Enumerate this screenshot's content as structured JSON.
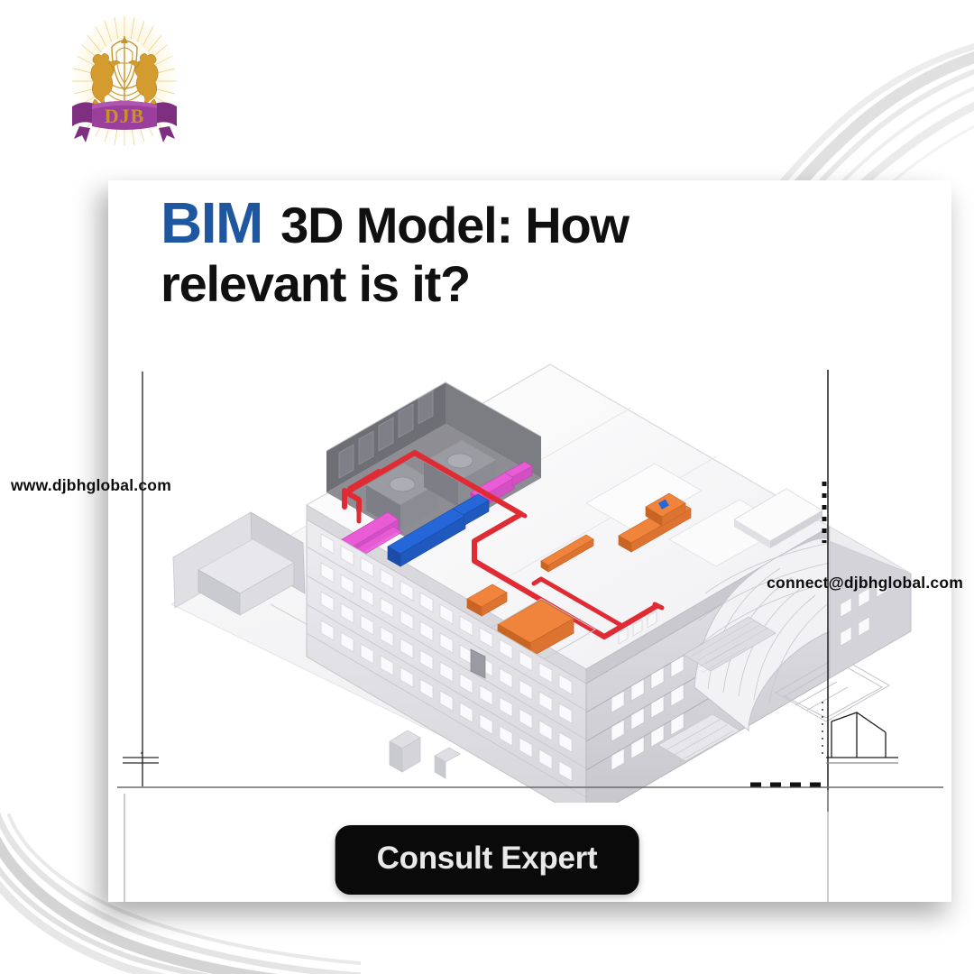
{
  "brand": {
    "logo_text": "DJB",
    "logo_alt": "djb-heraldic-crest-logo",
    "accent_blue": "#1F56A0",
    "logo_gold": "#C8922B",
    "logo_purple": "#8E3A8E"
  },
  "headline": {
    "highlight": "BIM",
    "rest": " 3D Model: How relevant is it?"
  },
  "contact": {
    "website": "www.djbhglobal.com",
    "email": "connect@djbhglobal.com"
  },
  "cta": {
    "label": "Consult Expert"
  },
  "illustration": {
    "title": "bim-3d-building-model",
    "description": "Isometric white/grey BIM model of a multi-storey office building with exposed rooftop mechanical plant and MEP services",
    "mep_colors": {
      "pipe_red": "#E02B34",
      "duct_blue": "#2566D8",
      "duct_magenta": "#E95CD6",
      "equipment_orange": "#F0843C",
      "plant_grey": "#8C8C90",
      "shell_light": "#F4F4F6",
      "shell_mid": "#DCDCE0",
      "shell_dark": "#B9B9BE"
    }
  },
  "decor": {
    "swoosh_color": "#D8D8D8",
    "card_background": "#FFFFFF",
    "page_background": "#FFFFFF"
  }
}
